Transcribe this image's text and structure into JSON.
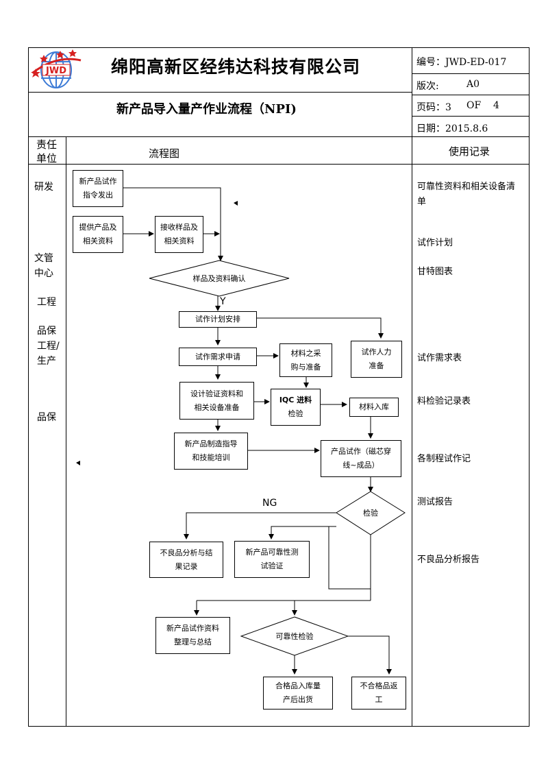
{
  "header": {
    "logo_text": "JWD",
    "company_name": "绵阳高新区经纬达科技有限公司",
    "doc_title": "新产品导入量产作业流程（NPI)",
    "doc_no": "编号：JWD-ED-017",
    "version_label": "版次:",
    "version_value": "A0",
    "page_label": "页码：3",
    "page_of": "OF",
    "page_total": "4",
    "date": "日期：2015.8.6"
  },
  "columns": {
    "unit_line1": "责任",
    "unit_line2": "单位",
    "flow": "流程图",
    "records": "使用记录"
  },
  "units": [
    {
      "line1": "研发",
      "line2": ""
    },
    {
      "line1": "文管",
      "line2": "中心"
    },
    {
      "line1": "工程",
      "line2": ""
    },
    {
      "line1": "品保",
      "line2": ""
    },
    {
      "line1": "工程/",
      "line2": "生产"
    },
    {
      "line1": "品保",
      "line2": ""
    }
  ],
  "records": [
    {
      "line1": "可靠性资料和相关设备清",
      "line2": "单"
    },
    {
      "line1": "试作计划",
      "line2": ""
    },
    {
      "line1": "甘特图表",
      "line2": ""
    },
    {
      "line1": "试作需求表",
      "line2": ""
    },
    {
      "line1": "料检验记录表",
      "line2": ""
    },
    {
      "line1": "各制程试作记",
      "line2": ""
    },
    {
      "line1": "测试报告",
      "line2": ""
    },
    {
      "line1": "不良品分析报告",
      "line2": ""
    }
  ],
  "flow": {
    "b_order": {
      "line1": "新产品试作",
      "line2": "指令发出"
    },
    "b_provide": {
      "line1": "提供产品及",
      "line2": "相关资料"
    },
    "b_receive": {
      "line1": "接收样品及",
      "line2": "相关资料"
    },
    "d_confirm": "样品及资料确认",
    "y_label": "Y",
    "b_plan": "试作计划安排",
    "b_demand": "试作需求申请",
    "b_purchase": {
      "line1": "材料之采",
      "line2": "购与准备"
    },
    "b_manpower": {
      "line1": "试作人力",
      "line2": "准备"
    },
    "b_design": {
      "line1": "设计验证资料和",
      "line2": "相关设备准备"
    },
    "b_iqc": {
      "line1": "IQC 进料",
      "line2": "检验"
    },
    "b_stock": "材料入库",
    "b_training": {
      "line1": "新产品制造指导",
      "line2": "和技能培训"
    },
    "b_trial": {
      "line1": "产品试作（磁芯穿",
      "line2": "线~成品）"
    },
    "ng_label": "NG",
    "d_inspect": "检验",
    "b_defect": {
      "line1": "不良品分析与结",
      "line2": "果记录"
    },
    "b_reliability_test": {
      "line1": "新产品可靠性测",
      "line2": "试验证"
    },
    "b_summary": {
      "line1": "新产品试作资料",
      "line2": "整理与总结"
    },
    "d_reliability": "可靠性检验",
    "b_pass": {
      "line1": "合格品入库量",
      "line2": "产后出货"
    },
    "b_fail": {
      "line1": "不合格品返",
      "line2": "工"
    }
  }
}
